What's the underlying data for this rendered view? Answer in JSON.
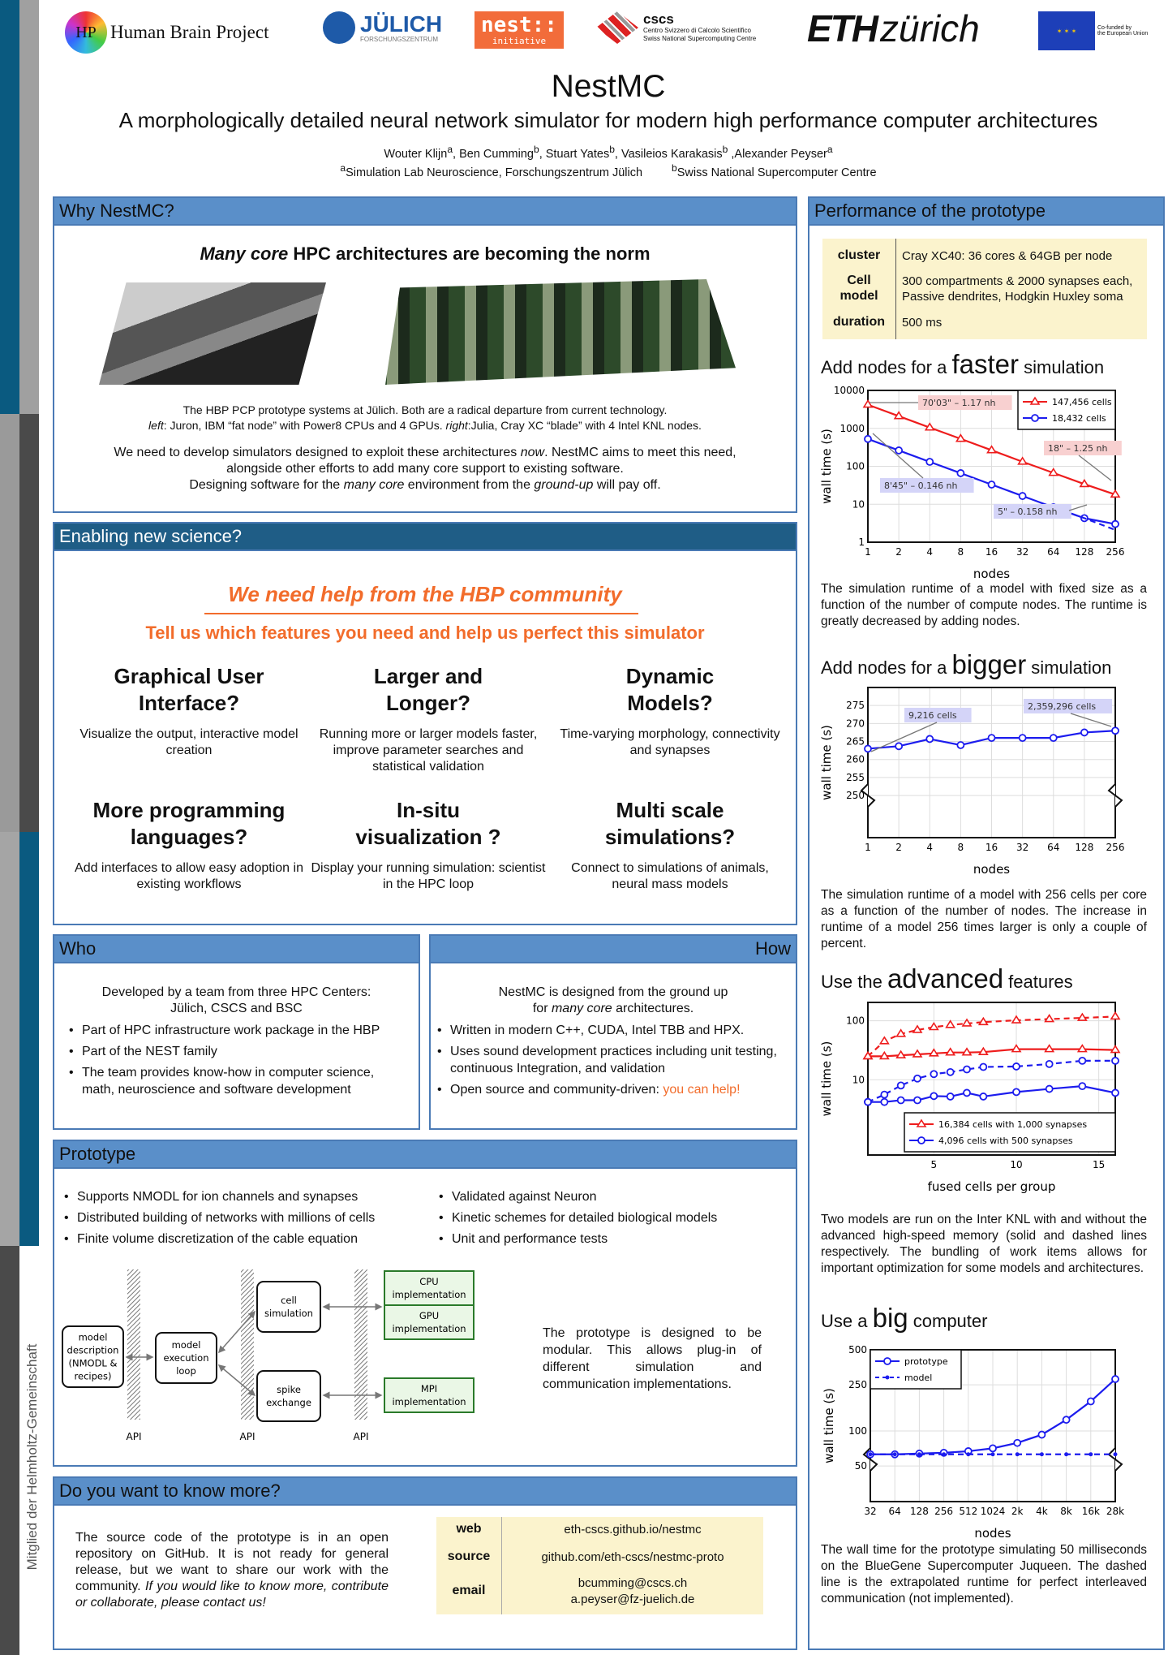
{
  "header": {
    "logos": {
      "hbp": "Human Brain Project",
      "juelich": "JÜLICH",
      "juelich_sub": "FORSCHUNGSZENTRUM",
      "nest": "nest::",
      "nest_sub": "initiative",
      "cscs": "cscs",
      "cscs_sub1": "Centro Svizzero di Calcolo Scientifico",
      "cscs_sub2": "Swiss National Supercomputing Centre",
      "eth": "ETH",
      "eth2": "zürich",
      "eu1": "Co-funded by",
      "eu2": "the European Union"
    },
    "title": "NestMC",
    "subtitle": "A morphologically detailed neural network simulator for modern high performance computer architectures",
    "authors": [
      {
        "name": "Wouter Klijn",
        "sup": "a"
      },
      {
        "name": ", Ben Cumming",
        "sup": "b"
      },
      {
        "name": ", Stuart Yates",
        "sup": "b"
      },
      {
        "name": ", Vasileios Karakasis",
        "sup": "b"
      },
      {
        "name": " ,Alexander Peyser",
        "sup": "a"
      }
    ],
    "affiliations": [
      {
        "sup": "a",
        "name": "Simulation Lab Neuroscience, Forschungszentrum Jülich"
      },
      {
        "sup": "b",
        "name": "Swiss National Supercomputer Centre"
      }
    ]
  },
  "side_text": "Mitglied der Helmholtz-Gemeinschaft",
  "why": {
    "title": "Why NestMC?",
    "heading_em": "Many core",
    "heading_rest": " HPC architectures are becoming the norm",
    "caption1": "The HBP PCP prototype systems at Jülich. Both are a radical departure from current technology.",
    "caption2": {
      "left_em": "left",
      "left": ": Juron, IBM “fat node” with Power8 CPUs and 4 GPUs. ",
      "right_em": "right",
      "right": ":Julia, Cray XC “blade” with 4 Intel KNL nodes."
    },
    "para": {
      "p1": "We need to develop simulators designed to exploit these architectures ",
      "em1": "now",
      "p2": ". NestMC aims to meet this need,",
      "l2": "alongside other efforts to add many core support to existing software.",
      "p3": "Designing software for the ",
      "em2": "many core",
      "p4": " environment from the ",
      "em3": "ground-up",
      "p5": " will pay off."
    }
  },
  "enabling": {
    "title": "Enabling new science?",
    "call": "We need help from the HBP community",
    "sub": "Tell us which features you need and help us perfect this simulator",
    "features": [
      {
        "l1": "Graphical User",
        "l2": "Interface?",
        "desc": "Visualize the output, interactive model creation"
      },
      {
        "l1": "Larger and",
        "l2": "Longer?",
        "desc": "Running more or larger models faster, improve parameter searches and statistical validation"
      },
      {
        "l1": "Dynamic",
        "l2": "Models?",
        "desc": "Time-varying morphology, connectivity and synapses"
      },
      {
        "l1": "More programming",
        "l2": "languages?",
        "desc": "Add interfaces to allow easy adoption in existing workflows"
      },
      {
        "l1": "In-situ",
        "l2": "visualization ?",
        "desc": "Display your running simulation: scientist in the HPC loop"
      },
      {
        "l1": "Multi scale",
        "l2": "simulations?",
        "desc": "Connect to simulations of animals, neural mass models"
      }
    ]
  },
  "who": {
    "title": "Who",
    "intro1": "Developed by a team from three HPC Centers:",
    "intro2": "Jülich, CSCS and BSC",
    "bullets": [
      "Part of HPC infrastructure work package in the HBP",
      "Part of the NEST family",
      "The team provides know-how in computer science, math, neuroscience and software development"
    ]
  },
  "how": {
    "title": "How",
    "intro1": "NestMC is designed from the ground up",
    "intro2_pre": "for ",
    "intro2_em": "many core",
    "intro2_post": " architectures.",
    "bullets": [
      "Written in modern C++, CUDA, Intel TBB and HPX.",
      "Uses sound development practices including unit testing, continuous Integration, and validation",
      "Open source and community-driven: "
    ],
    "help": "you can help!"
  },
  "prototype": {
    "title": "Prototype",
    "bullets_left": [
      "Supports NMODL for ion channels and synapses",
      "Distributed building of networks with millions of cells",
      "Finite volume discretization of the cable equation"
    ],
    "bullets_right": [
      "Validated against Neuron",
      "Kinetic schemes for detailed biological models",
      "Unit and performance tests"
    ],
    "diagram": {
      "model_desc": [
        "model",
        "description",
        "(NMODL &",
        "recipes)"
      ],
      "exec_loop": [
        "model",
        "execution",
        "loop"
      ],
      "cell_sim": [
        "cell",
        "simulation"
      ],
      "spike": [
        "spike",
        "exchange"
      ],
      "cpu": [
        "CPU",
        "implementation"
      ],
      "gpu": [
        "GPU",
        "implementation"
      ],
      "mpi": [
        "MPI",
        "implementation"
      ],
      "api": "API"
    },
    "text": "The prototype is designed to be modular. This allows plug-in of different simulation and communication implementations."
  },
  "more": {
    "title": "Do you want to know more?",
    "text": "The source code of the prototype is in an open repository on GitHub. It is not ready for general release, but we want to share our work with the community. ",
    "text_em": "If you would like to know more, contribute or collaborate, please contact us!",
    "rows": [
      {
        "k": "web",
        "v": "eth-cscs.github.io/nestmc"
      },
      {
        "k": "source",
        "v": "github.com/eth-cscs/nestmc-proto"
      },
      {
        "k": "email",
        "v": "bcumming@cscs.ch",
        "v2": "a.peyser@fz-juelich.de"
      }
    ]
  },
  "performance": {
    "title": "Performance of the prototype",
    "table": [
      {
        "k": "cluster",
        "v": "Cray XC40: 36 cores & 64GB per node"
      },
      {
        "k": "Cell",
        "k2": "model",
        "v": "300 compartments & 2000 synapses each,",
        "v2": "Passive dendrites, Hodgkin Huxley soma"
      },
      {
        "k": "duration",
        "v": "500 ms"
      }
    ],
    "headings": [
      {
        "pre": "Add nodes for a ",
        "big": "faster",
        "post": " simulation"
      },
      {
        "pre": "Add nodes for a ",
        "big": "bigger",
        "post": " simulation"
      },
      {
        "pre": "Use the ",
        "big": "advanced",
        "post": " features"
      },
      {
        "pre": "Use a ",
        "big": "big",
        "post": " computer"
      }
    ],
    "captions": [
      "The simulation runtime of a model with fixed size as a function of the number of compute nodes. The runtime is greatly decreased by adding nodes.",
      "The simulation runtime of a model with 256 cells per core as a function of the number of nodes. The increase in runtime of a model 256 times larger is only a couple of percent.",
      "Two models are run on the Inter KNL with and without the advanced high-speed memory (solid and dashed lines respectively. The bundling of work items allows for important optimization for some models and architectures.",
      "The wall time for the prototype simulating 50 milliseconds on the BlueGene Supercomputer Juqueen.  The dashed line is the extrapolated runtime for perfect interleaved communication (not implemented)."
    ]
  },
  "chart_data": [
    {
      "type": "line",
      "title": "Add nodes for a faster simulation",
      "xlabel": "nodes",
      "ylabel": "wall time (s)",
      "categories": [
        "1",
        "2",
        "4",
        "8",
        "16",
        "32",
        "64",
        "128",
        "256"
      ],
      "ylog": true,
      "ylim": [
        1,
        10000
      ],
      "yticks": [
        1,
        10,
        100,
        1000,
        10000
      ],
      "ytick_labels": [
        "1",
        "10",
        "100",
        "1000",
        "10000"
      ],
      "grid": true,
      "legend_position": "top-right",
      "series": [
        {
          "name": "147,456 cells",
          "color": "#ee1c1c",
          "marker": "triangle",
          "values": [
            4203,
            2100,
            1050,
            530,
            265,
            132,
            67,
            34,
            18
          ]
        },
        {
          "name": "18,432 cells",
          "color": "#1c1cee",
          "marker": "circle",
          "values": [
            525,
            262,
            131,
            66,
            33,
            16.5,
            8.3,
            4.3,
            3
          ]
        },
        {
          "color": "#1c1cee",
          "dashed": true,
          "marker": "none",
          "values": [
            null,
            null,
            null,
            null,
            null,
            null,
            8.3,
            4.3,
            2.1
          ]
        }
      ],
      "annotations": [
        "70'03\" – 1.17 nh",
        "18\" – 1.25 nh",
        "8'45\" – 0.146 nh",
        "5\" – 0.158 nh"
      ]
    },
    {
      "type": "line",
      "title": "Add nodes for a bigger simulation",
      "xlabel": "nodes",
      "ylabel": "wall time (s)",
      "categories": [
        "1",
        "2",
        "4",
        "8",
        "16",
        "32",
        "64",
        "128",
        "256"
      ],
      "ylog": false,
      "ylim": [
        238.3,
        280
      ],
      "yticks": [
        250,
        255,
        260,
        265,
        270,
        275
      ],
      "ytick_labels": [
        "250",
        "255",
        "260",
        "265",
        "270",
        "275"
      ],
      "grid": true,
      "axis_break": true,
      "series": [
        {
          "color": "#1c1cee",
          "marker": "circle",
          "values": [
            263,
            263.7,
            265.7,
            264,
            266,
            266,
            266,
            267.5,
            268
          ]
        }
      ],
      "annotations": [
        "9,216 cells",
        "2,359,296 cells"
      ]
    },
    {
      "type": "line",
      "title": "Use the advanced features",
      "xlabel": "fused cells per group",
      "ylabel": "wall time (s)",
      "x": [
        1,
        2,
        3,
        4,
        5,
        6,
        7,
        8,
        10,
        12,
        14,
        16
      ],
      "xlim": [
        1,
        16
      ],
      "xticks": [
        5,
        10,
        15
      ],
      "ylog": true,
      "ylim": [
        0.53,
        205
      ],
      "yticks": [
        10,
        100
      ],
      "ytick_labels": [
        "10",
        "100"
      ],
      "grid": true,
      "legend_position": "bottom-right",
      "series": [
        {
          "name": "16,384 cells with 1,000 synapses",
          "color": "#ee1c1c",
          "marker": "triangle",
          "values": [
            25,
            25,
            26,
            27,
            28,
            29,
            29,
            29.5,
            33,
            33,
            33,
            32
          ]
        },
        {
          "color": "#ee1c1c",
          "marker": "triangle",
          "dashed": true,
          "values": [
            25,
            45,
            60,
            70,
            78,
            85,
            90,
            95,
            102,
            107,
            112,
            118
          ]
        },
        {
          "name": "4,096 cells with 500 synapses",
          "color": "#1c1cee",
          "marker": "circle",
          "values": [
            4.2,
            4.2,
            4.5,
            4.5,
            5.3,
            5.2,
            6,
            5.2,
            6.2,
            7,
            7.8,
            6
          ]
        },
        {
          "color": "#1c1cee",
          "marker": "circle",
          "dashed": true,
          "values": [
            4.2,
            5.6,
            8,
            10.5,
            12.5,
            13.5,
            15,
            16.5,
            16.8,
            18.5,
            21,
            21
          ]
        }
      ]
    },
    {
      "type": "line",
      "title": "Use a big computer",
      "xlabel": "nodes",
      "ylabel": "wall time (s)",
      "categories": [
        "32",
        "64",
        "128",
        "256",
        "512",
        "1024",
        "2k",
        "4k",
        "8k",
        "16k",
        "28k"
      ],
      "ylog": true,
      "ylim": [
        24.7,
        500
      ],
      "yticks": [
        50,
        100,
        250,
        500
      ],
      "ytick_labels": [
        "50",
        "100",
        "250",
        "500"
      ],
      "grid": true,
      "axis_break": true,
      "legend_position": "top-left",
      "series": [
        {
          "name": "prototype",
          "color": "#1c1cee",
          "marker": "circle",
          "values": [
            63,
            63,
            64,
            65,
            67,
            71,
            79,
            93,
            125,
            180,
            280
          ]
        },
        {
          "name": "model",
          "color": "#1c1cee",
          "marker": "dot",
          "dashed": true,
          "values": [
            63,
            63,
            63,
            63,
            63,
            63,
            63,
            63,
            63,
            63,
            63
          ]
        }
      ]
    }
  ]
}
